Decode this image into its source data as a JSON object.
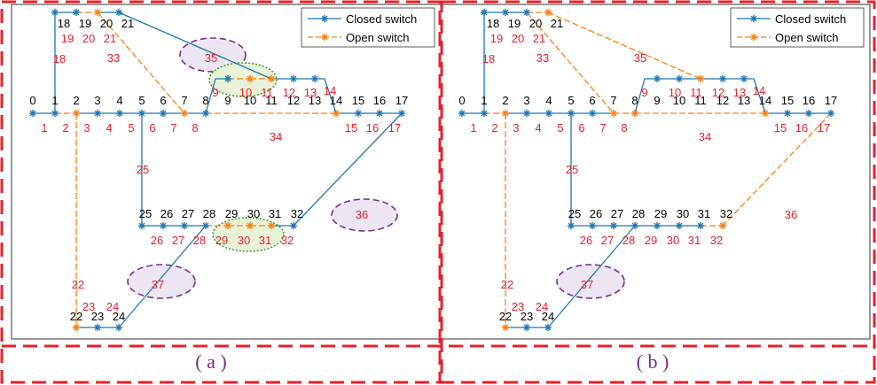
{
  "colors": {
    "closed": "#1f77b4",
    "open": "#ff7f0e",
    "frame": "#e8202a",
    "ellipse": "#7b2d8b",
    "ellipse_fill": "#ece6f3",
    "green": "#3a9a2c",
    "green_fill": "#e8f2d7",
    "branch_label": "#e8202a",
    "node_label": "#000000",
    "caption": "#7b2d8b"
  },
  "legend": {
    "closed_label": "Closed switch",
    "open_label": "Open switch"
  },
  "captions": [
    "( a )",
    "( b )"
  ],
  "nodes": [
    {
      "id": 0,
      "label": "0"
    },
    {
      "id": 1,
      "label": "1"
    },
    {
      "id": 2,
      "label": "2"
    },
    {
      "id": 3,
      "label": "3"
    },
    {
      "id": 4,
      "label": "4"
    },
    {
      "id": 5,
      "label": "5"
    },
    {
      "id": 6,
      "label": "6"
    },
    {
      "id": 7,
      "label": "7"
    },
    {
      "id": 8,
      "label": "8"
    },
    {
      "id": 9,
      "label": "9"
    },
    {
      "id": 10,
      "label": "10"
    },
    {
      "id": 11,
      "label": "11"
    },
    {
      "id": 12,
      "label": "12"
    },
    {
      "id": 13,
      "label": "13"
    },
    {
      "id": 14,
      "label": "14"
    },
    {
      "id": 15,
      "label": "15"
    },
    {
      "id": 16,
      "label": "16"
    },
    {
      "id": 17,
      "label": "17"
    },
    {
      "id": 18,
      "label": "18"
    },
    {
      "id": 19,
      "label": "19"
    },
    {
      "id": 20,
      "label": "20"
    },
    {
      "id": 21,
      "label": "21"
    },
    {
      "id": 22,
      "label": "22"
    },
    {
      "id": 23,
      "label": "23"
    },
    {
      "id": 24,
      "label": "24"
    },
    {
      "id": 25,
      "label": "25"
    },
    {
      "id": 26,
      "label": "26"
    },
    {
      "id": 27,
      "label": "27"
    },
    {
      "id": 28,
      "label": "28"
    },
    {
      "id": 29,
      "label": "29"
    },
    {
      "id": 30,
      "label": "30"
    },
    {
      "id": 31,
      "label": "31"
    },
    {
      "id": 32,
      "label": "32"
    }
  ],
  "branches": [
    {
      "id": "1",
      "from": 0,
      "to": 1
    },
    {
      "id": "2",
      "from": 1,
      "to": 2
    },
    {
      "id": "3",
      "from": 2,
      "to": 3
    },
    {
      "id": "4",
      "from": 3,
      "to": 4
    },
    {
      "id": "5",
      "from": 4,
      "to": 5
    },
    {
      "id": "6",
      "from": 5,
      "to": 6
    },
    {
      "id": "7",
      "from": 6,
      "to": 7
    },
    {
      "id": "8",
      "from": 7,
      "to": 8
    },
    {
      "id": "9",
      "from": 8,
      "to": 9
    },
    {
      "id": "10",
      "from": 9,
      "to": 10
    },
    {
      "id": "11",
      "from": 10,
      "to": 11
    },
    {
      "id": "12",
      "from": 11,
      "to": 12
    },
    {
      "id": "13",
      "from": 12,
      "to": 13
    },
    {
      "id": "14",
      "from": 13,
      "to": 14
    },
    {
      "id": "15",
      "from": 14,
      "to": 15
    },
    {
      "id": "16",
      "from": 15,
      "to": 16
    },
    {
      "id": "17",
      "from": 16,
      "to": 17
    },
    {
      "id": "18",
      "from": 1,
      "to": 18
    },
    {
      "id": "19",
      "from": 18,
      "to": 19
    },
    {
      "id": "20",
      "from": 19,
      "to": 20
    },
    {
      "id": "21",
      "from": 20,
      "to": 21
    },
    {
      "id": "22",
      "from": 2,
      "to": 22
    },
    {
      "id": "23",
      "from": 22,
      "to": 23
    },
    {
      "id": "24",
      "from": 23,
      "to": 24
    },
    {
      "id": "25",
      "from": 5,
      "to": 25
    },
    {
      "id": "26",
      "from": 25,
      "to": 26
    },
    {
      "id": "27",
      "from": 26,
      "to": 27
    },
    {
      "id": "28",
      "from": 27,
      "to": 28
    },
    {
      "id": "29",
      "from": 28,
      "to": 29
    },
    {
      "id": "30",
      "from": 29,
      "to": 30
    },
    {
      "id": "31",
      "from": 30,
      "to": 31
    },
    {
      "id": "32",
      "from": 31,
      "to": 32
    },
    {
      "id": "33",
      "from": 20,
      "to": 7
    },
    {
      "id": "34",
      "from": 8,
      "to": 14
    },
    {
      "id": "35",
      "from": 21,
      "to": 11
    },
    {
      "id": "36",
      "from": 17,
      "to": 32
    },
    {
      "id": "37",
      "from": 24,
      "to": 28
    }
  ],
  "panels": [
    {
      "open": [
        "2",
        "22",
        "20",
        "33",
        "10",
        "11",
        "34",
        "29",
        "30",
        "31"
      ]
    },
    {
      "open": [
        "2",
        "22",
        "21",
        "35",
        "33",
        "34",
        "8",
        "32",
        "36"
      ]
    }
  ]
}
